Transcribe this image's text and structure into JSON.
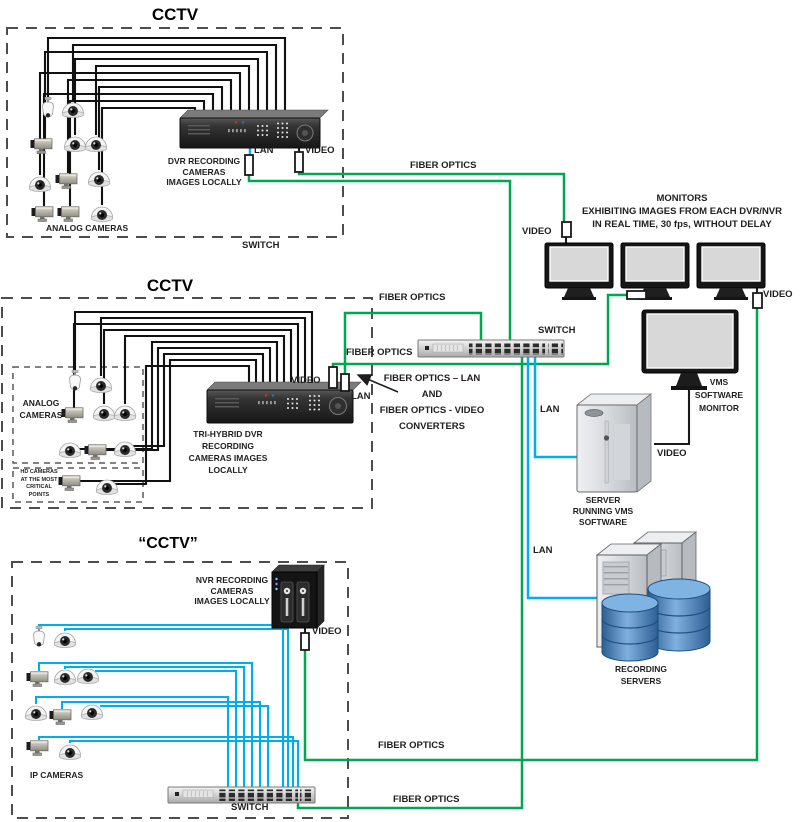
{
  "colors": {
    "fiber_optics_line": "#00a651",
    "lan_line": "#00aeef",
    "video_line": "#1a1a1a"
  },
  "labels": {
    "fiber_optics": "FIBER OPTICS",
    "lan": "LAN",
    "video": "VIDEO",
    "switch": "SWITCH"
  },
  "cctv_top": {
    "title": "CCTV",
    "device_caption": [
      "DVR RECORDING",
      "CAMERAS",
      "IMAGES LOCALLY"
    ],
    "cameras_label": "ANALOG CAMERAS"
  },
  "cctv_mid": {
    "title": "CCTV",
    "device_caption": [
      "TRI-HYBRID DVR",
      "RECORDING",
      "CAMERAS IMAGES",
      "LOCALLY"
    ],
    "analog_label": [
      "ANALOG",
      "CAMERAS"
    ],
    "hd_label": [
      "HD CAMERAS",
      "AT THE MOST",
      "CRITICAL",
      "POINTS"
    ]
  },
  "cctv_bottom": {
    "title": "“CCTV”",
    "device_caption": [
      "NVR RECORDING",
      "CAMERAS",
      "IMAGES LOCALLY"
    ],
    "cameras_label": "IP CAMERAS"
  },
  "monitors": {
    "caption": [
      "MONITORS",
      "EXHIBITING IMAGES FROM EACH DVR/NVR",
      "IN REAL TIME, 30 fps, WITHOUT DELAY"
    ]
  },
  "converters_note": [
    "FIBER OPTICS – LAN",
    "AND",
    "FIBER OPTICS - VIDEO",
    "CONVERTERS"
  ],
  "vms_monitor": {
    "caption": [
      "VMS",
      "SOFTWARE",
      "MONITOR"
    ]
  },
  "server": {
    "caption": [
      "SERVER",
      "RUNNING VMS",
      "SOFTWARE"
    ]
  },
  "recording_servers": {
    "caption": [
      "RECORDING",
      "SERVERS"
    ]
  }
}
